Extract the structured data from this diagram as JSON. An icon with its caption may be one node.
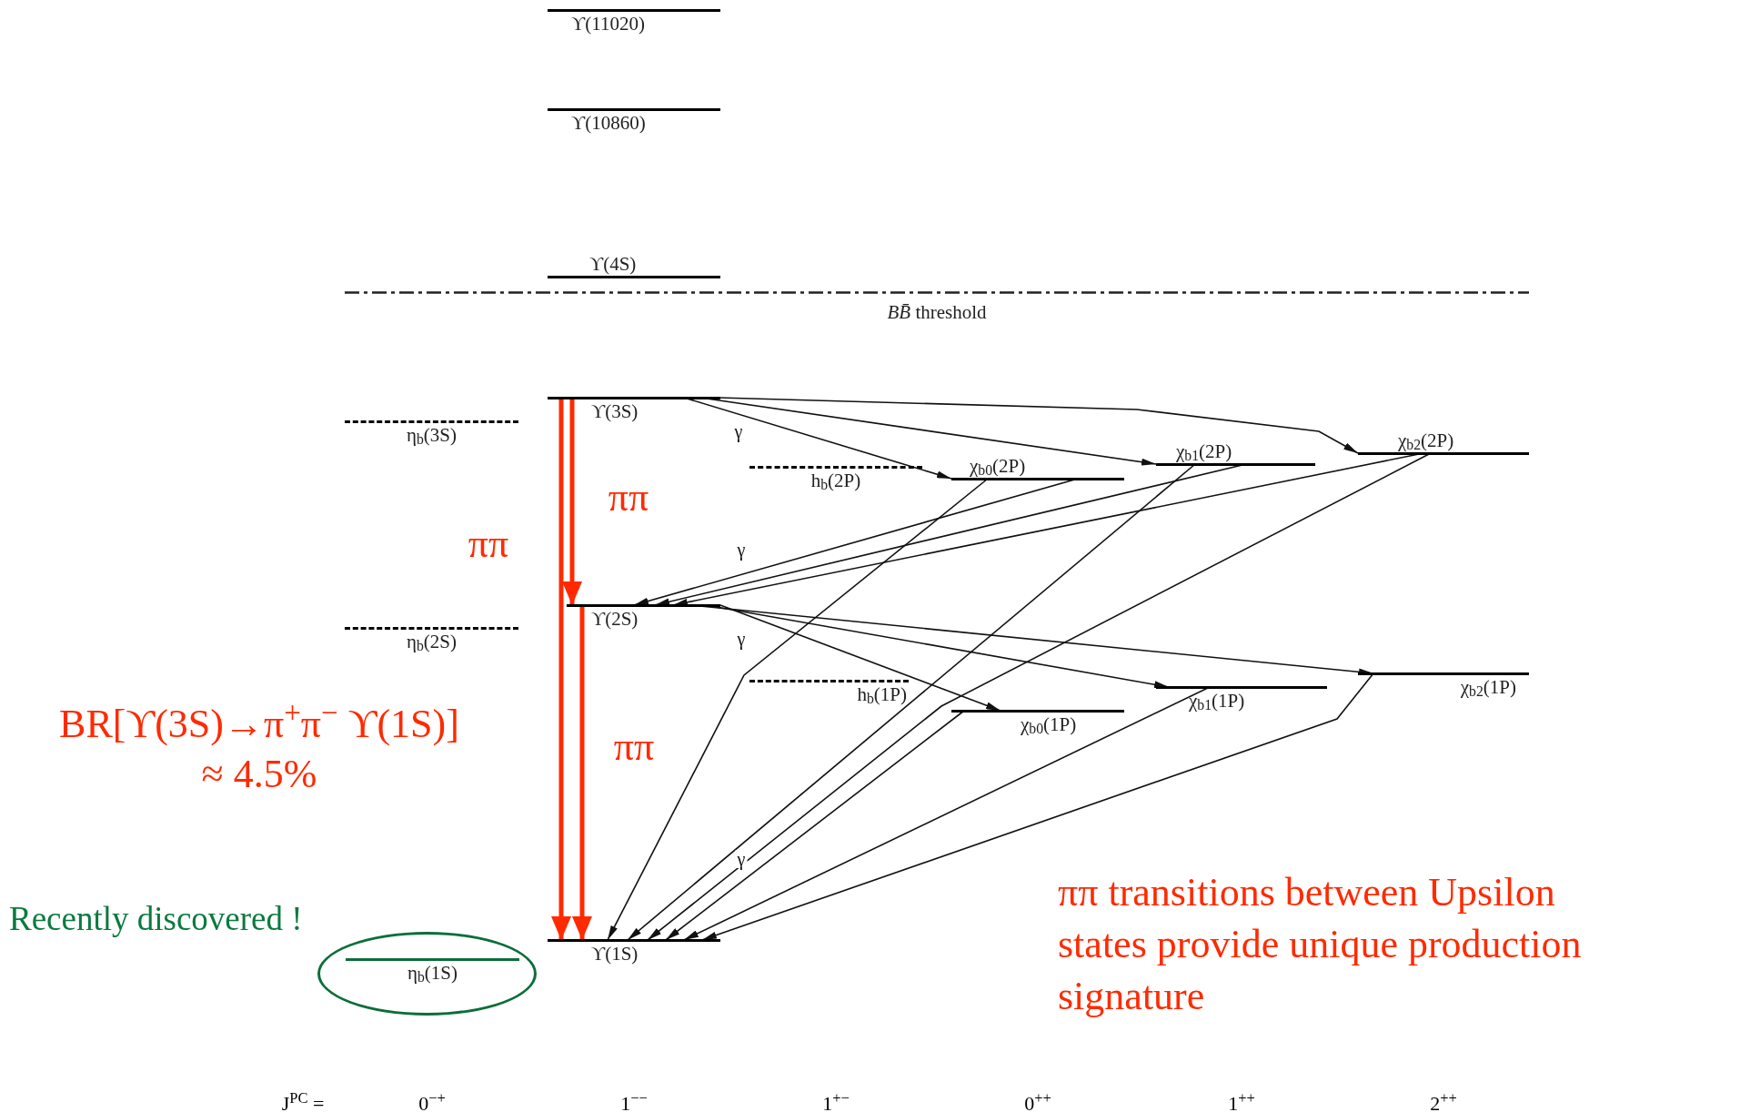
{
  "diagram": {
    "nodes": [
      {
        "text": [
          "ϒ(11020)"
        ]
      },
      {
        "text": [
          "ϒ(10860)"
        ]
      },
      {
        "text": [
          "ϒ(4S)"
        ]
      },
      {
        "text": [
          "*BB̄* threshold"
        ]
      },
      {
        "text": [
          "ϒ(3S)"
        ]
      },
      {
        "text": [
          "η$_{b}$(3S)"
        ]
      },
      {
        "text": [
          "χ$_{b0}$(2P)"
        ]
      },
      {
        "text": [
          "χ$_{b1}$(2P)"
        ]
      },
      {
        "text": [
          "χ$_{b2}$(2P)"
        ]
      },
      {
        "text": [
          "h$_{b}$(2P)"
        ]
      },
      {
        "text": [
          "ϒ(2S)"
        ]
      },
      {
        "text": [
          "η$_{b}$(2S)"
        ]
      },
      {
        "text": [
          "χ$_{b2}$(1P)"
        ]
      },
      {
        "text": [
          "χ$_{b1}$(1P)"
        ]
      },
      {
        "text": [
          "h$_{b}$(1P)"
        ]
      },
      {
        "text": [
          "χ$_{b0}$(1P)"
        ]
      },
      {
        "text": [
          "ϒ(1S)"
        ]
      },
      {
        "text": [],
        "shape": "circle"
      },
      {
        "text": [
          "η$_{b}$(1S)"
        ],
        "in": 17
      }
    ],
    "edges": [
      {
        "from": 4,
        "to": 6,
        "arrow": "to",
        "label": "γ"
      },
      {
        "from": 4,
        "to": 7,
        "arrow": "to"
      },
      {
        "from": 4,
        "to": 8,
        "arrow": "to"
      },
      {
        "from": 6,
        "to": 10,
        "arrow": "to",
        "label": "γ"
      },
      {
        "from": 7,
        "to": 10,
        "arrow": "to"
      },
      {
        "from": 8,
        "to": 10,
        "arrow": "to"
      },
      {
        "from": 10,
        "to": 15,
        "arrow": "to",
        "label": "γ"
      },
      {
        "from": 10,
        "to": 13,
        "arrow": "to"
      },
      {
        "from": 10,
        "to": 12,
        "arrow": "to"
      },
      {
        "from": 6,
        "to": 16,
        "arrow": "to"
      },
      {
        "from": 7,
        "to": 16,
        "arrow": "to",
        "label": "γ"
      },
      {
        "from": 8,
        "to": 16,
        "arrow": "to"
      },
      {
        "from": 15,
        "to": 16,
        "arrow": "to"
      },
      {
        "from": 13,
        "to": 16,
        "arrow": "to"
      },
      {
        "from": 12,
        "to": 16,
        "arrow": "to"
      },
      {
        "from": 4,
        "to": 16,
        "arrow": "to",
        "label": "ππ",
        "style": "thick",
        "color": "#ff2a00"
      },
      {
        "from": 4,
        "to": 10,
        "arrow": "to",
        "label": "ππ",
        "style": "thick",
        "color": "#ff2a00"
      },
      {
        "from": 10,
        "to": 16,
        "arrow": "to",
        "label": "ππ",
        "style": "thick",
        "color": "#ff2a00"
      }
    ],
    "labels": [
      "BR[ϒ(3S)→π$^{+}$π$^{−}$ ϒ(1S)] ≈ 4.5%",
      "ππ transitions between Upsilon states provide unique production signature",
      "Recently discovered !",
      "J$^{PC}$ =",
      "0$^{−+}$",
      "1$^{−−}$",
      "1$^{+−}$",
      "0$^{++}$",
      "1$^{++}$",
      "2$^{++}$"
    ]
  }
}
